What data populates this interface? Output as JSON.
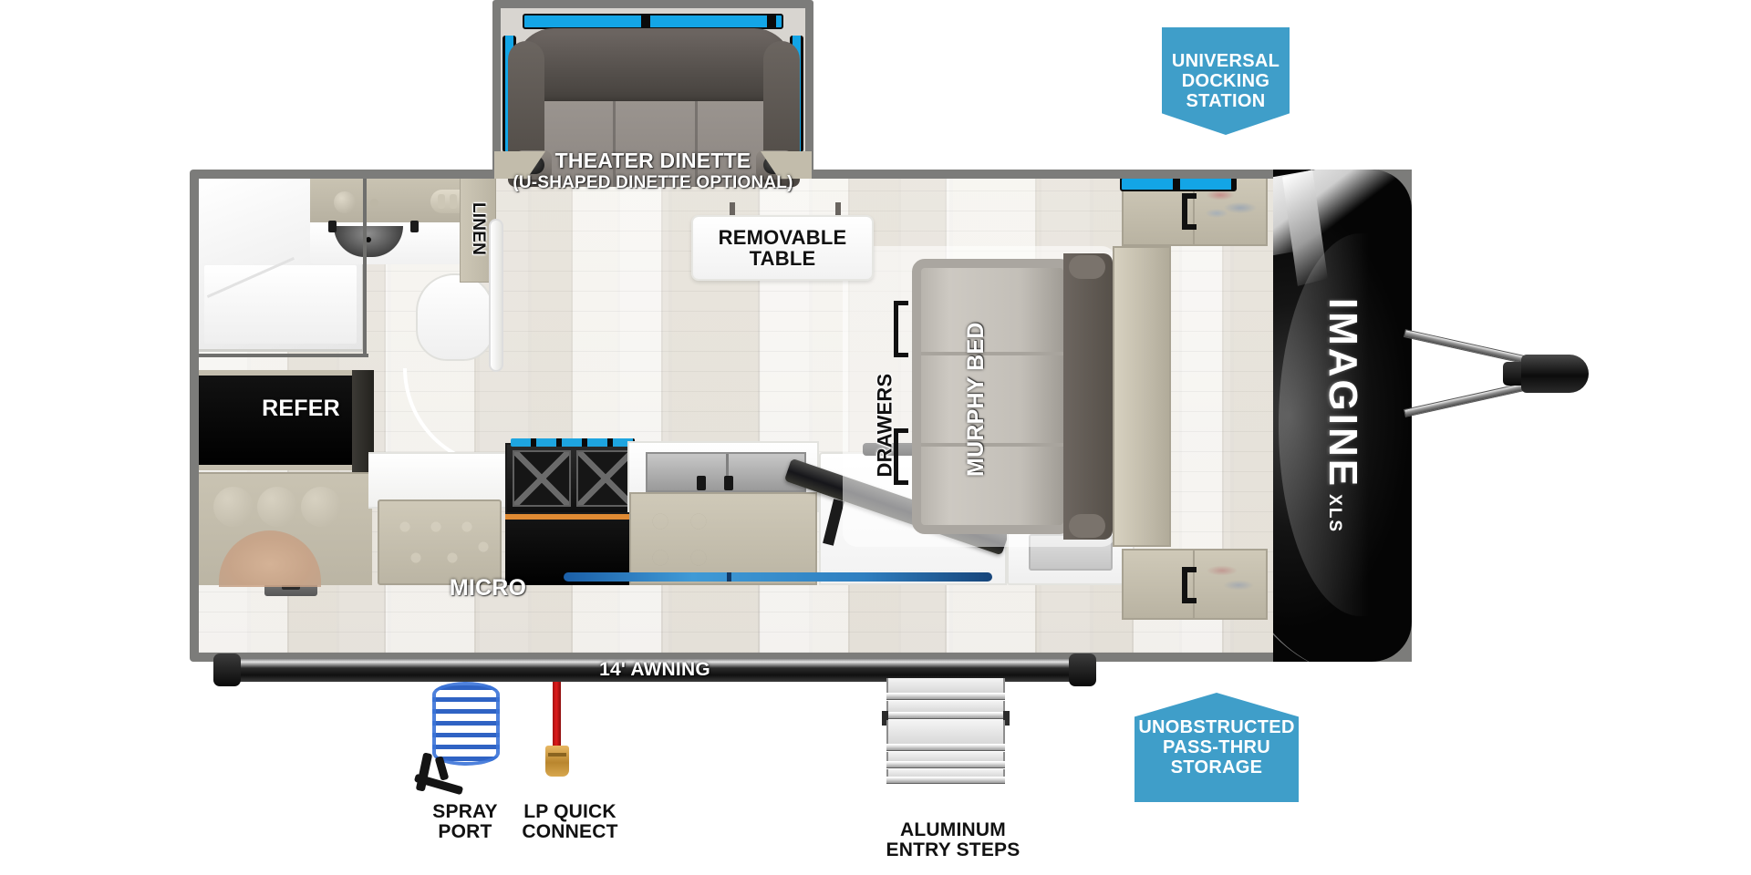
{
  "diagram": {
    "title": "Imagine XLS Travel Trailer Floorplan",
    "brand": {
      "name": "IMAGINE",
      "sub": "XLS"
    }
  },
  "badges": [
    {
      "id": "universal-docking-station",
      "text": "UNIVERSAL\nDOCKING\nSTATION",
      "color": "#3f9ec9"
    },
    {
      "id": "unobstructed-pass-thru-storage",
      "text": "UNOBSTRUCTED\nPASS-THRU\nSTORAGE",
      "color": "#3f9ec9"
    }
  ],
  "interior_labels": {
    "theater_dinette": "THEATER DINETTE",
    "theater_dinette_sub": "(U-SHAPED DINETTE OPTIONAL)",
    "removable_table": "REMOVABLE\nTABLE",
    "linen": "LINEN",
    "refer": "REFER",
    "micro": "MICRO",
    "drawers": "DRAWERS",
    "murphy_bed": "MURPHY BED",
    "awning": "14' AWNING"
  },
  "exterior_labels": {
    "spray_port": "SPRAY\nPORT",
    "lp_quick_connect": "LP QUICK\nCONNECT",
    "aluminum_entry_steps": "ALUMINUM\nENTRY STEPS"
  },
  "colors": {
    "badge_blue": "#3f9ec9",
    "window_blue": "#13a5e6",
    "shell_gray": "#7c7c7a",
    "cabinet_tan": "#c9c3b2",
    "appliance_black": "#0d0d0d",
    "floor_light": "#ebe8e3",
    "lp_line_red": "#e01b1b",
    "spray_coil_blue": "#3b73d8"
  }
}
